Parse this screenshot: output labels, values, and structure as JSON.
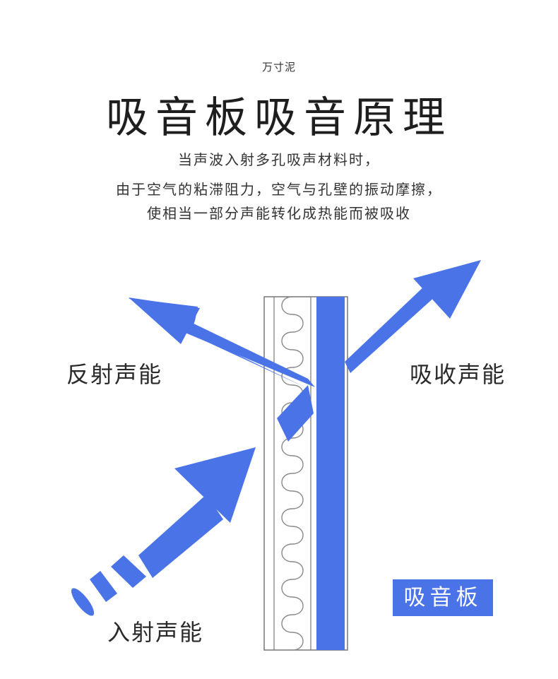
{
  "brand": "万寸泥",
  "title": "吸音板吸音原理",
  "description": [
    "当声波入射多孔吸声材料时，",
    "由于空气的粘滞阻力，空气与孔壁的振动摩擦，",
    "使相当一部分声能转化成热能而被吸收"
  ],
  "labels": {
    "reflected": "反射声能",
    "absorbed": "吸收声能",
    "incident": "入射声能",
    "panel": "吸音板"
  },
  "colors": {
    "accent": "#4a73e8",
    "panel_outline": "#777777",
    "text": "#222222"
  }
}
